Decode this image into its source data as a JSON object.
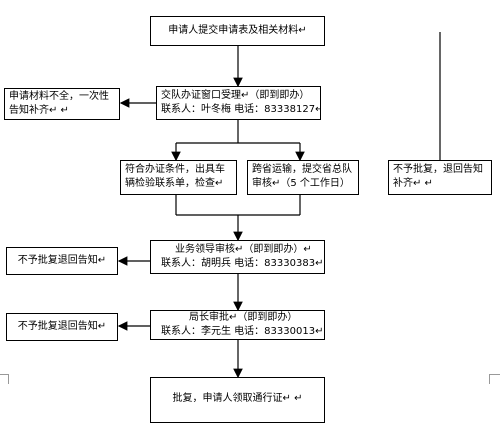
{
  "nodes": {
    "submit": {
      "line1": "申请人提交申请表及相关材料↵"
    },
    "accept": {
      "line1": "交队办证窗口受理↵（即到即办）",
      "line2": "联系人：叶冬梅    电话：83338127↵"
    },
    "incomplete": {
      "line1": "申请材料不全，一次性",
      "line2": "告知补齐↵ ↵"
    },
    "meets": {
      "line1": "符合办证条件，出具车",
      "line2": "辆检验联系单，检查↵"
    },
    "cross": {
      "line1": "跨省运输，提交省总队",
      "line2": "审核↵（5 个工作日）"
    },
    "reject_right": {
      "line1": "不予批复，退回告知",
      "line2": "补齐↵ ↵"
    },
    "review": {
      "line1": "业务领导审核↵（即到即办）↵",
      "line2": "联系人：胡明兵    电话：83330383↵"
    },
    "reject1": {
      "line1": "不予批复退回告知↵"
    },
    "director": {
      "line1": "局长审批↵（即到即办）",
      "line2": "联系人：李元生     电话：83330013↵"
    },
    "reject2": {
      "line1": "不予批复退回告知↵"
    },
    "approve": {
      "line1": "批复，申请人领取通行证↵ ↵"
    }
  },
  "colors": {
    "line": "#000000",
    "crop_mark": "#999999"
  }
}
